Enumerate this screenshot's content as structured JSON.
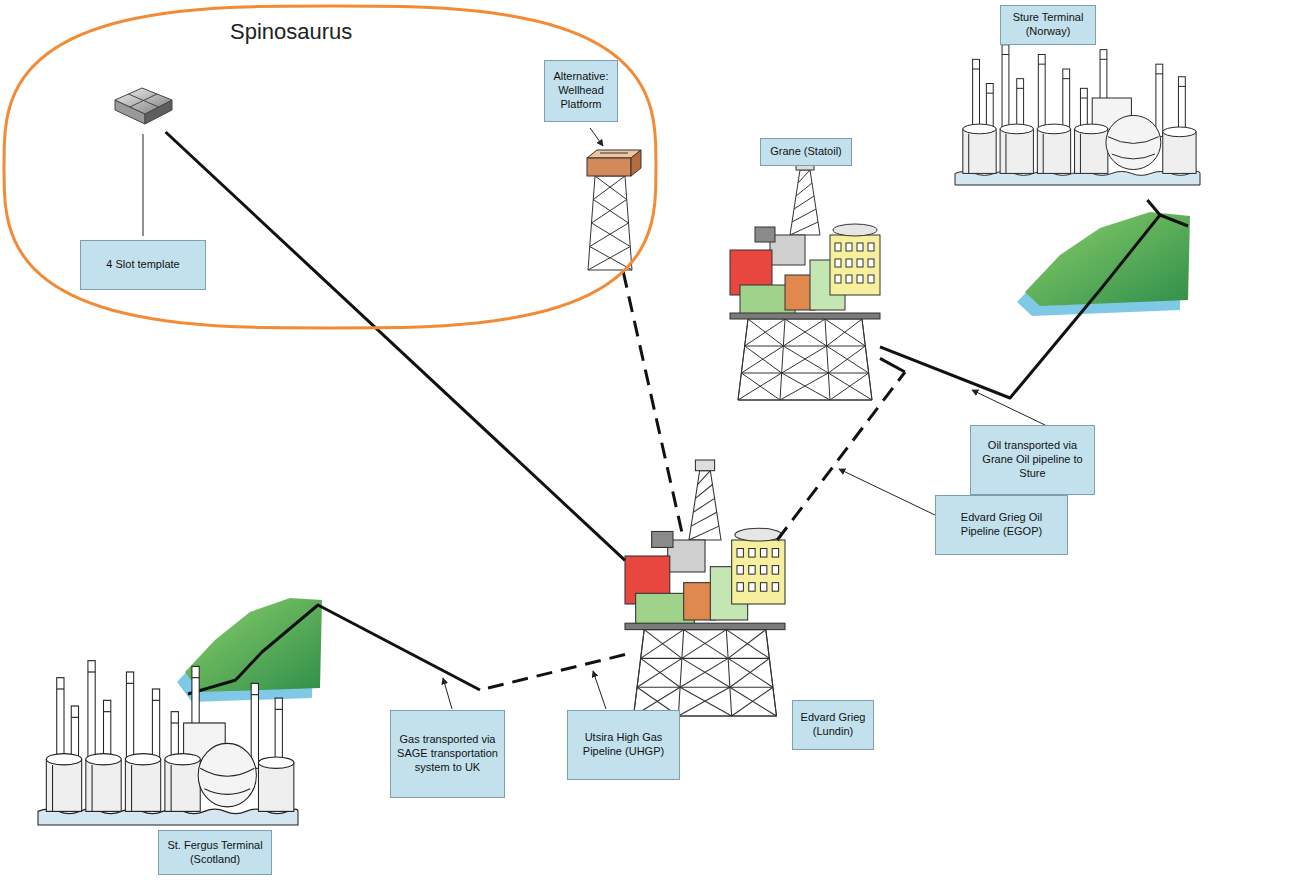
{
  "diagram": {
    "nodes": [
      {
        "text": [
          "Spinosaurus"
        ]
      },
      {
        "text": [
          "4 Slot template"
        ],
        "in": 0
      },
      {
        "text": [
          "Alternative: Wellhead Platform"
        ],
        "in": 0
      },
      {
        "text": [
          "Grane (Statoil)"
        ]
      },
      {
        "text": [
          "Sture Terminal (Norway)"
        ]
      },
      {
        "text": [
          "Edvard Grieg (Lundin)"
        ]
      },
      {
        "text": [
          "St. Fergus Terminal (Scotland)"
        ]
      }
    ],
    "edges": [
      {
        "from": 1,
        "to": 5,
        "arrow": "none"
      },
      {
        "from": 2,
        "to": 5,
        "arrow": "none"
      },
      {
        "from": 5,
        "to": 3,
        "arrow": "none"
      },
      {
        "from": 3,
        "to": 4,
        "arrow": "none"
      },
      {
        "from": 5,
        "to": 6,
        "arrow": "none"
      }
    ],
    "labels": [
      "Oil transported via Grane Oil pipeline to Sture",
      "Edvard Grieg Oil Pipeline (EGOP)",
      "Gas transported via SAGE transportation system to UK",
      "Utsira High Gas Pipeline (UHGP)"
    ]
  }
}
